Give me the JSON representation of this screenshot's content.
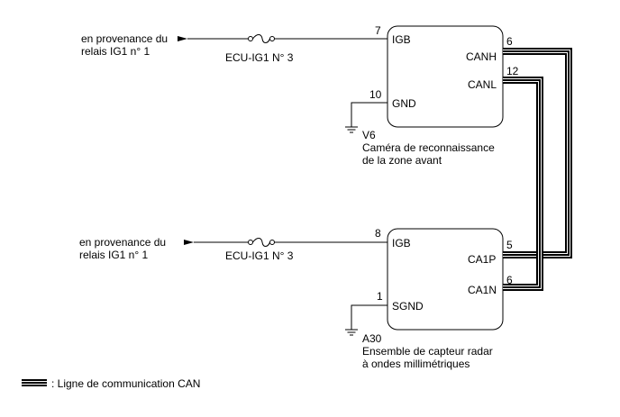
{
  "upper": {
    "source_line1": "en provenance du",
    "source_line2": "relais IG1 n° 1",
    "fuse": "ECU-IG1 N° 3",
    "pin_igb": "7",
    "label_igb": "IGB",
    "pin_gnd": "10",
    "label_gnd": "GND",
    "pin_canh": "6",
    "label_canh": "CANH",
    "pin_canl": "12",
    "label_canl": "CANL",
    "connector": "V6",
    "name_line1": "Caméra de reconnaissance",
    "name_line2": "de la zone avant"
  },
  "lower": {
    "source_line1": "en provenance du",
    "source_line2": "relais IG1 n° 1",
    "fuse": "ECU-IG1 N° 3",
    "pin_igb": "8",
    "label_igb": "IGB",
    "pin_sgnd": "1",
    "label_sgnd": "SGND",
    "pin_ca1p": "5",
    "label_ca1p": "CA1P",
    "pin_ca1n": "6",
    "label_ca1n": "CA1N",
    "connector": "A30",
    "name_line1": "Ensemble de capteur radar",
    "name_line2": "à ondes millimétriques"
  },
  "legend": {
    "text": ": Ligne de communication CAN"
  }
}
